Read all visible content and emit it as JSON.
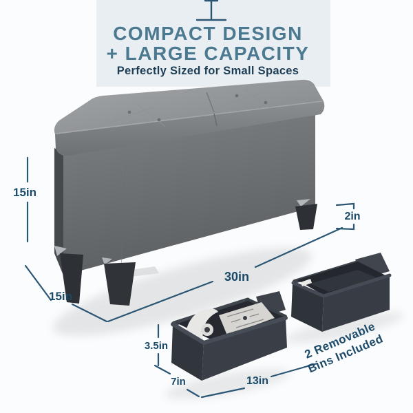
{
  "header": {
    "measure_icon": "height-measure-icon",
    "title_line1": "COMPACT DESIGN",
    "title_line2": "+ LARGE CAPACITY",
    "subtitle": "Perfectly Sized for Small Spaces"
  },
  "ottoman": {
    "dim_height": "15in",
    "dim_depth": "15in",
    "dim_width": "30in",
    "dim_leg_height": "2in"
  },
  "bins": {
    "dim_height": "3.5in",
    "dim_depth": "7in",
    "dim_width": "13in",
    "note_line1": "2 Removable",
    "note_line2": "Bins Included"
  },
  "colors": {
    "dimension_line": "#2a5573",
    "dimension_label": "#1a4a68",
    "headline_teal": "#4b7990",
    "subtitle_navy": "#1d3d55",
    "top_band": "#e9eef3",
    "ottoman_leather_gray": "#7c7f82",
    "bin_fabric_charcoal": "#383d45",
    "background": "#fbfcfd"
  }
}
